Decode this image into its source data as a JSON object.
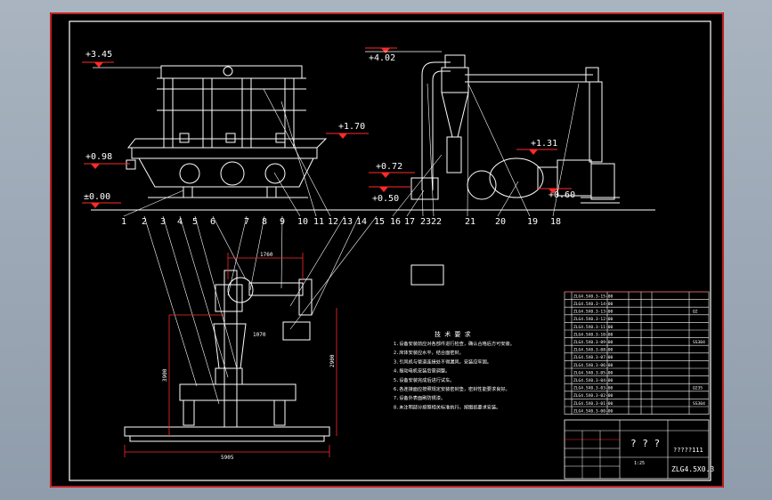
{
  "colors": {
    "line": "#ffffff",
    "accent": "#ff2a2a",
    "dimension": "#ff2a2a",
    "sheet": "#000000",
    "backdrop": "#9aa6b4"
  },
  "elevations": {
    "e1": "+3.45",
    "e2": "+1.70",
    "e3": "+0.98",
    "e4": "±0.00",
    "e5": "+4.02",
    "e6": "+1.31",
    "e7": "+0.72",
    "e8": "+0.50",
    "e9": "+0.60"
  },
  "balloons": [
    "1",
    "2",
    "3",
    "4",
    "5",
    "6",
    "7",
    "8",
    "9",
    "10",
    "11",
    "12",
    "13",
    "14",
    "15",
    "16",
    "17",
    "23",
    "22",
    "21",
    "20",
    "19",
    "18"
  ],
  "dimensions": {
    "width_bottom": "5905",
    "height_left": "3900",
    "height_right": "2900",
    "top_width": "1760",
    "inner_small": "1070"
  },
  "notes": {
    "heading": "技 术 要 求",
    "lines": [
      "1.设备安装前应对各部件进行检查，确认合格后方可安装。",
      "2.床体安装应水平，结合面密封。",
      "3.引风机与管道连接处不得漏风，安装应牢固。",
      "4.振动电机安装后需调整。",
      "5.设备安装完成后进行试车。",
      "6.各连接面应按照规定安装密封垫，密封性能要求良好。",
      "7.设备外表面刷防锈漆。",
      "8.未注明部分按照相关标准执行，按图纸要求安装。"
    ]
  },
  "parts_list": {
    "codes": [
      "ZLG4.5X0.3-15-00",
      "ZLG4.5X0.3-14-00",
      "ZLG4.5X0.3-13-00",
      "ZLG4.5X0.3-12-00",
      "ZLG4.5X0.3-11-00",
      "ZLG4.5X0.3-10-00",
      "ZLG4.5X0.3-09-00",
      "ZLG4.5X0.3-08-00",
      "ZLG4.5X0.3-07-00",
      "ZLG4.5X0.3-06-00",
      "ZLG4.5X0.3-05-00",
      "ZLG4.5X0.3-04-00",
      "ZLG4.5X0.3-03-00",
      "ZLG4.5X0.3-02-00",
      "ZLG4.5X0.3-01-00",
      "ZLG4.5X0.3-00-00"
    ],
    "side_marks": [
      "Q2",
      "SS304",
      "Q235",
      "SS304"
    ]
  },
  "title_block": {
    "unknown_name": "? ? ?",
    "company": "?????111",
    "drawing_no": "ZLG4.5X0.3",
    "scale_label": "1:25"
  },
  "signature_box": ""
}
